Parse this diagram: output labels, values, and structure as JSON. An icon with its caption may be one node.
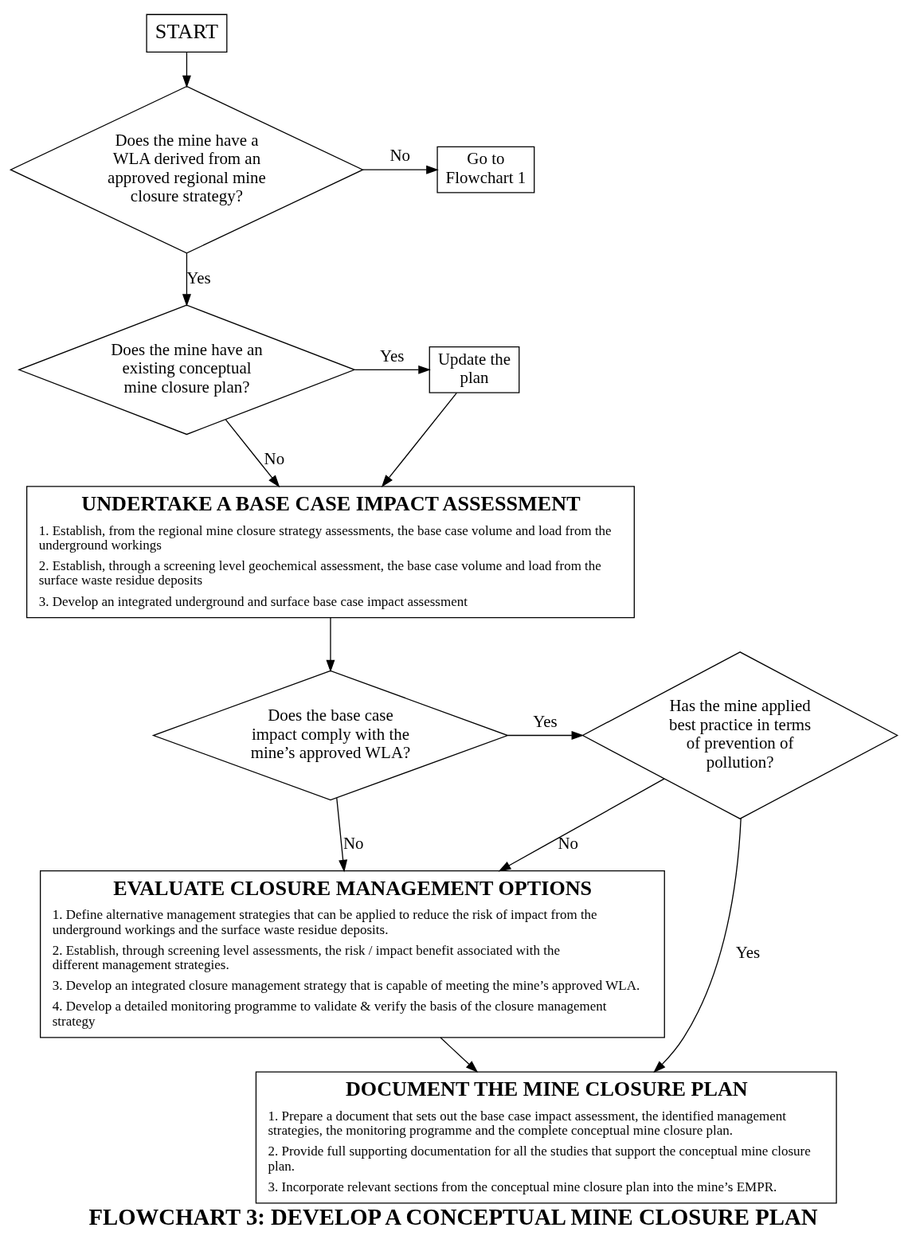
{
  "diagram": {
    "caption": "FLOWCHART 3: DEVELOP A CONCEPTUAL MINE CLOSURE PLAN",
    "nodes": [
      {
        "text": [
          "START"
        ]
      },
      {
        "text": [
          "Does the mine have a WLA derived from an approved regional mine closure strategy?"
        ]
      },
      {
        "text": [
          "Go to Flowchart 1"
        ]
      },
      {
        "text": [
          "Does the mine have an existing conceptual mine closure plan?"
        ]
      },
      {
        "text": [
          "Update the plan"
        ]
      },
      {
        "text": [
          "UNDERTAKE A BASE CASE IMPACT ASSESSMENT",
          "1. Establish, from the regional mine closure strategy assessments, the base case volume and load from the underground workings",
          "2. Establish, through a screening level geochemical assessment, the base case volume and load from the surface waste residue deposits",
          "3. Develop an integrated underground and surface base case impact assessment"
        ]
      },
      {
        "text": [
          "Does the base case impact comply with the mine’s approved WLA?"
        ]
      },
      {
        "text": [
          "Has the mine applied best practice in terms of prevention of pollution?"
        ]
      },
      {
        "text": [
          "EVALUATE CLOSURE MANAGEMENT OPTIONS",
          "1. Define alternative management strategies that can be applied to reduce the risk of impact from the underground workings and the surface waste residue deposits.",
          "2. Establish, through screening level assessments, the risk / impact benefit associated with the different management strategies.",
          "3. Develop an integrated closure management strategy that is capable of meeting the mine’s approved WLA.",
          "4. Develop a detailed monitoring programme to validate & verify the basis of the closure management strategy"
        ]
      },
      {
        "text": [
          "DOCUMENT THE MINE CLOSURE PLAN",
          "1. Prepare a document that sets out the base case impact assessment, the identified management strategies, the monitoring programme and the complete conceptual mine closure plan.",
          "2. Provide full supporting documentation for all the studies that support the conceptual mine closure plan.",
          "3. Incorporate relevant sections from the conceptual mine closure plan into the mine’s EMPR."
        ]
      }
    ],
    "edges": [
      {
        "from": 0,
        "to": 1,
        "arrow": "to"
      },
      {
        "from": 1,
        "to": 2,
        "arrow": "to",
        "label": "No"
      },
      {
        "from": 1,
        "to": 3,
        "arrow": "to",
        "label": "Yes"
      },
      {
        "from": 3,
        "to": 4,
        "arrow": "to",
        "label": "Yes"
      },
      {
        "from": 3,
        "to": 5,
        "arrow": "to",
        "label": "No"
      },
      {
        "from": 4,
        "to": 5,
        "arrow": "to"
      },
      {
        "from": 5,
        "to": 6,
        "arrow": "to"
      },
      {
        "from": 6,
        "to": 7,
        "arrow": "to",
        "label": "Yes"
      },
      {
        "from": 6,
        "to": 8,
        "arrow": "to",
        "label": "No"
      },
      {
        "from": 7,
        "to": 8,
        "arrow": "to",
        "label": "No"
      },
      {
        "from": 7,
        "to": 9,
        "arrow": "to",
        "label": "Yes"
      },
      {
        "from": 8,
        "to": 9,
        "arrow": "to"
      }
    ]
  }
}
